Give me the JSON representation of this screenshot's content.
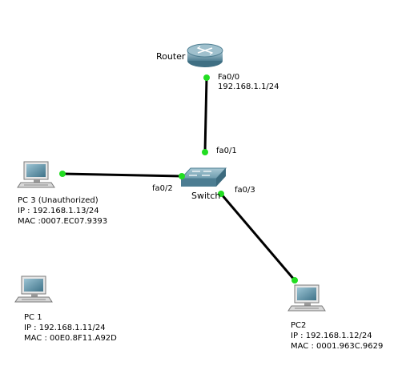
{
  "devices": {
    "router": {
      "name": "Router",
      "port_label": "Fa0/0",
      "ip_text": "192.168.1.1/24"
    },
    "switch": {
      "name": "Switch",
      "port_up": "fa0/1",
      "port_left": "fa0/2",
      "port_down": "fa0/3"
    },
    "pc3": {
      "name": "PC 3 (Unauthorized)",
      "ip_text": "IP : 192.168.1.13/24",
      "mac_text": "MAC :0007.EC07.9393"
    },
    "pc1": {
      "name": "PC 1",
      "ip_text": "IP : 192.168.1.11/24",
      "mac_text": "MAC : 00E0.8F11.A92D"
    },
    "pc2": {
      "name": "PC2",
      "ip_text": "IP : 192.168.1.12/24",
      "mac_text": "MAC : 0001.963C.9629"
    }
  },
  "links": [
    {
      "from": "router",
      "to": "switch",
      "status": "up"
    },
    {
      "from": "pc3",
      "to": "switch",
      "status": "up"
    },
    {
      "from": "switch",
      "to": "pc2",
      "status": "up"
    }
  ],
  "colors": {
    "link_line": "#000000",
    "port_up": "#22dd22",
    "router_body": "#5f8fa3",
    "switch_body": "#6c9db0",
    "pc_screen": "#5a8fa5"
  }
}
